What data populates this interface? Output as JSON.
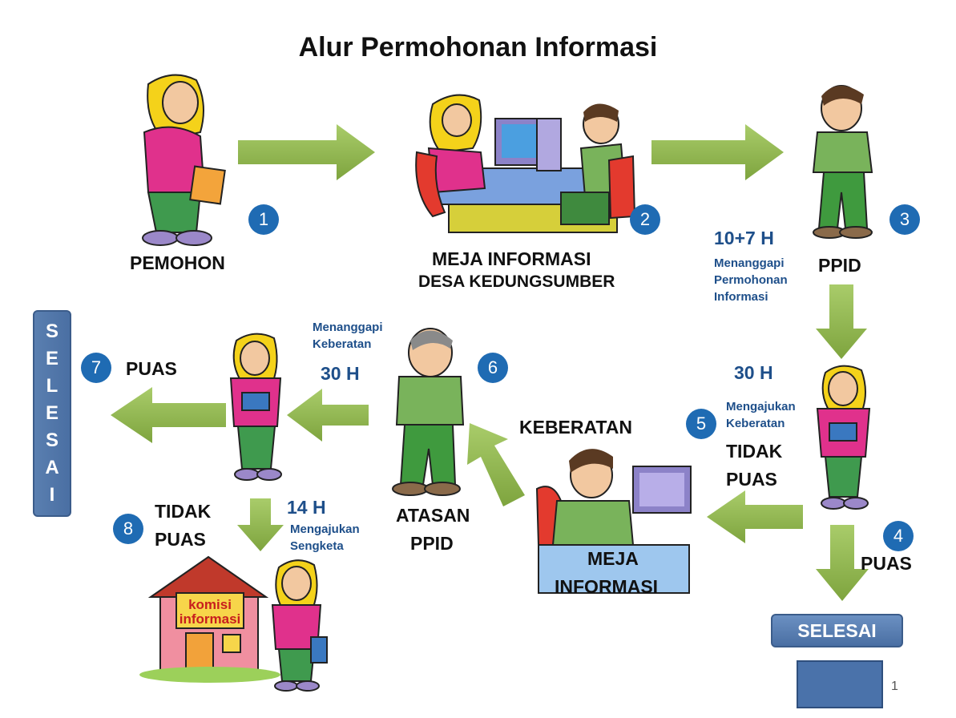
{
  "title": "Alur Permohonan Informasi",
  "actors": {
    "pemohon": "PEMOHON",
    "meja_informasi_line1": "MEJA INFORMASI",
    "meja_informasi_line2": "DESA KEDUNGSUMBER",
    "ppid": "PPID",
    "atasan_line1": "ATASAN",
    "atasan_line2": "PPID",
    "meja_box_line1": "MEJA",
    "meja_box_line2": "INFORMASI",
    "komisi_line1": "komisi",
    "komisi_line2": "informasi"
  },
  "steps": [
    "1",
    "2",
    "3",
    "4",
    "5",
    "6",
    "7",
    "8"
  ],
  "annotations": {
    "days_ppid": "10+7 H",
    "ppid_note": "Menanggapi Permohonan Informasi",
    "days_keberatan": "30 H",
    "keberatan_note": "Mengajukan Keberatan",
    "tidak_puas_a": "TIDAK",
    "tidak_puas_b": "PUAS",
    "puas_4": "PUAS",
    "keberatan": "KEBERATAN",
    "menanggapi_note": "Menanggapi Keberatan",
    "days_atasan": "30 H",
    "puas_7": "PUAS",
    "tidak_puas_8a": "TIDAK",
    "tidak_puas_8b": "PUAS",
    "days_sengketa": "14 H",
    "sengketa_note": "Mengajukan Sengketa"
  },
  "selesai_vertical": [
    "S",
    "E",
    "L",
    "E",
    "S",
    "A",
    "I"
  ],
  "selesai_box": "SELESAI",
  "page_number": "1",
  "colors": {
    "arrow_green": "#8db54b",
    "badge_blue": "#1f6bb3",
    "selesai_blue": "#4a6fa3",
    "note_blue": "#1e4f8a"
  }
}
